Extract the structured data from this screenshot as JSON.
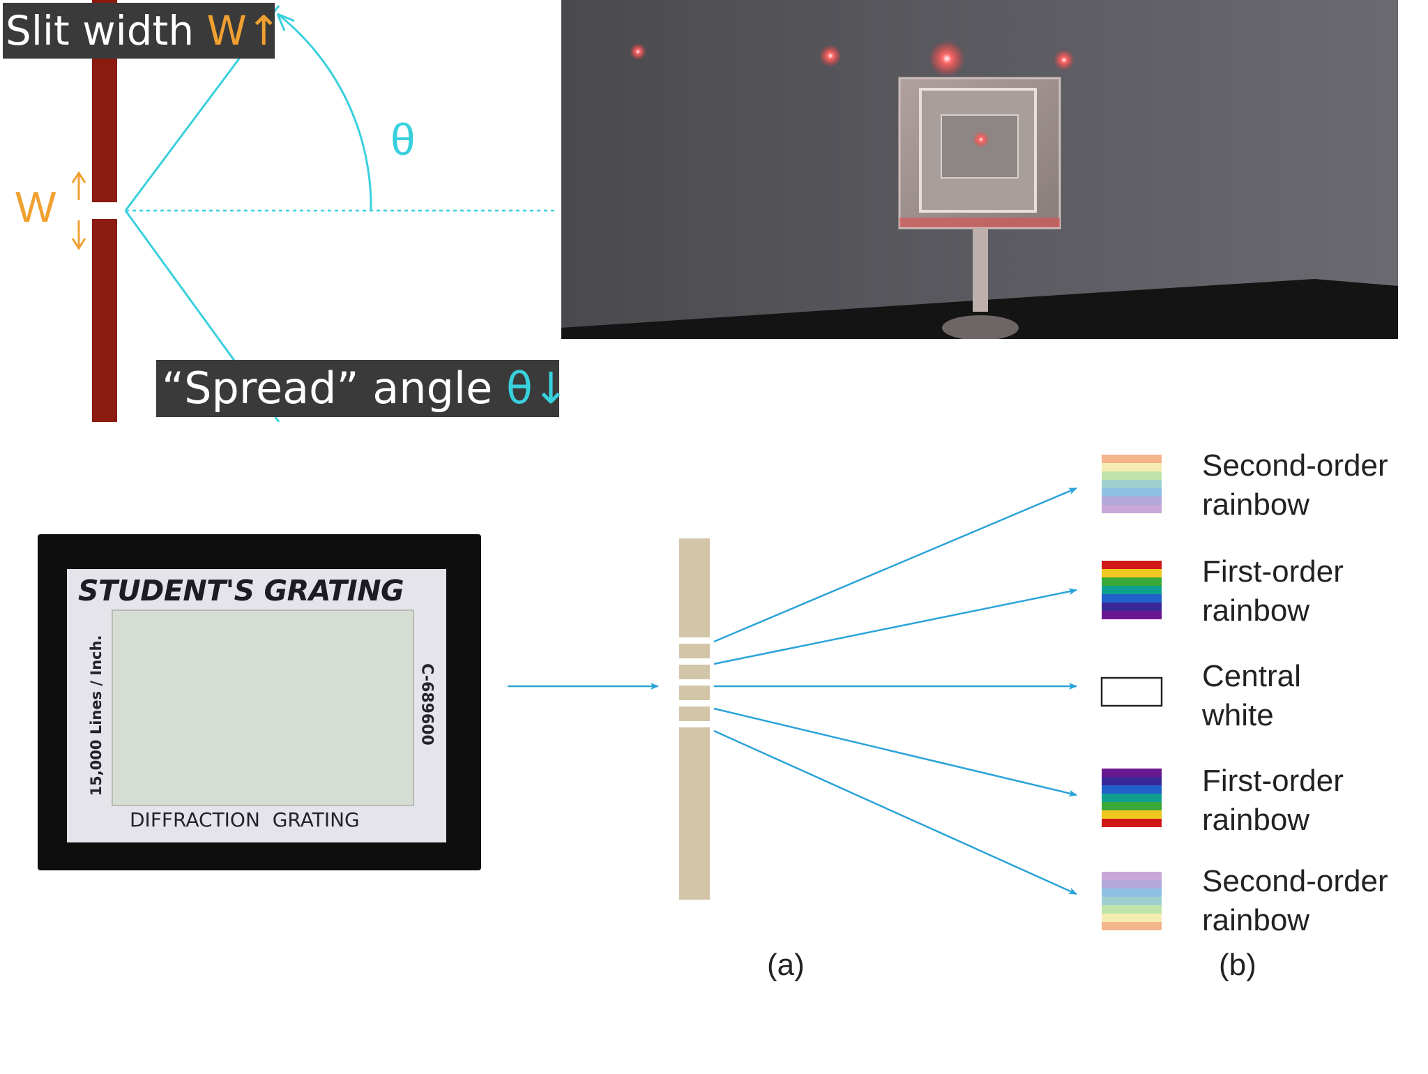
{
  "slit_diagram": {
    "title_text": "Slit width",
    "title_symbol": "W↑",
    "w_label": "W",
    "theta_label": "θ",
    "spread_text": "“Spread” angle",
    "spread_symbol": "θ↓",
    "colors": {
      "slit": "#8b1a10",
      "ray": "#38d0dc",
      "accent": "#f0a030",
      "label_bg": "#3a3a3a"
    }
  },
  "grating_card": {
    "title": "STUDENT'S GRATING",
    "left_text": "15,000 Lines / Inch.",
    "right_text": "C-689600",
    "bottom_text_1": "DIFFRACTION",
    "bottom_text_2": "GRATING"
  },
  "rainbow_diagram": {
    "label_a": "(a)",
    "label_b": "(b)",
    "orders": [
      {
        "line1": "Second-order",
        "line2": "rainbow"
      },
      {
        "line1": "First-order",
        "line2": "rainbow"
      },
      {
        "line1": "Central",
        "line2": "white"
      },
      {
        "line1": "First-order",
        "line2": "rainbow"
      },
      {
        "line1": "Second-order",
        "line2": "rainbow"
      }
    ],
    "colors": {
      "ray": "#2aa3d8",
      "grating": "#d3c5a8"
    }
  }
}
